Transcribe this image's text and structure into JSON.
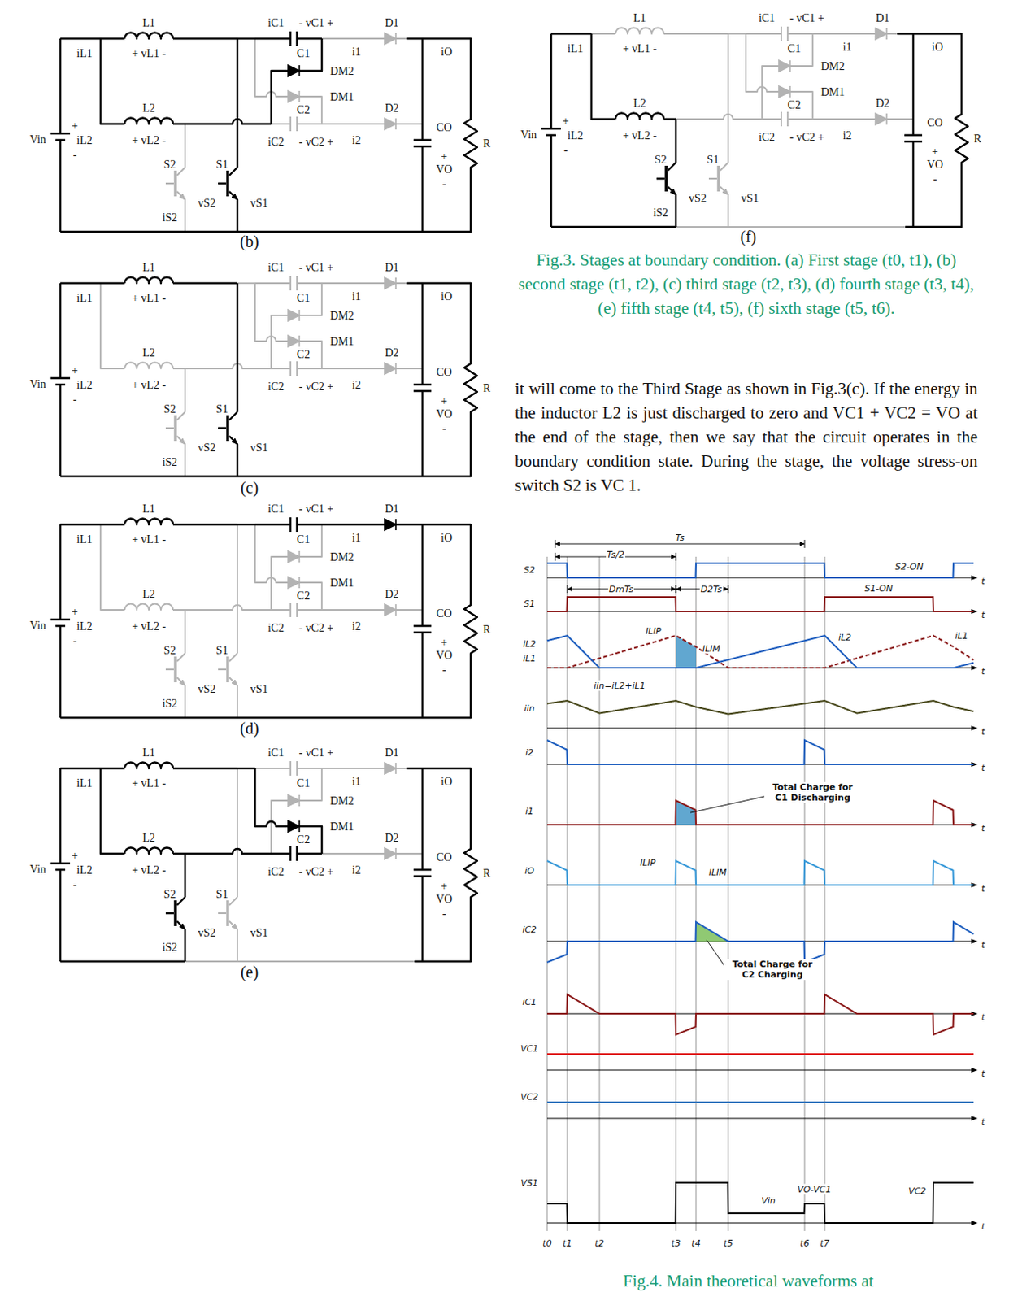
{
  "diagram": {
    "caption": "Fig.3. Stages at boundary condition. (a) First stage (t0, t1), (b) second stage (t1, t2), (c) third stage (t2, t3), (d) fourth stage (t3, t4), (e) fifth stage (t4, t5), (f) sixth stage (t5, t6).",
    "labels": [
      "L1",
      "iL1",
      "+ vL1 -",
      "L2",
      "iL2",
      "+ vL2 -",
      "Vin",
      "+",
      "-",
      "iC1",
      "- vC1 +",
      "C1",
      "DM2",
      "DM1",
      "C2",
      "iC2",
      "- vC2 +",
      "D1",
      "i1",
      "iO",
      "D2",
      "i2",
      "CO",
      "+",
      "VO",
      "-",
      "R",
      "S2",
      "vS2",
      "S1",
      "vS1",
      "iS2",
      "(b)",
      "L1",
      "iL1",
      "+ vL1 -",
      "L2",
      "iL2",
      "+ vL2 -",
      "Vin",
      "+",
      "-",
      "iC1",
      "- vC1 +",
      "C1",
      "DM2",
      "DM1",
      "C2",
      "iC2",
      "- vC2 +",
      "D1",
      "i1",
      "iO",
      "D2",
      "i2",
      "CO",
      "+",
      "VO",
      "-",
      "R",
      "S2",
      "vS2",
      "S1",
      "vS1",
      "iS2",
      "(c)",
      "L1",
      "iL1",
      "+ vL1 -",
      "L2",
      "iL2",
      "+ vL2 -",
      "Vin",
      "+",
      "-",
      "iC1",
      "- vC1 +",
      "C1",
      "DM2",
      "DM1",
      "C2",
      "iC2",
      "- vC2 +",
      "D1",
      "i1",
      "iO",
      "D2",
      "i2",
      "CO",
      "+",
      "VO",
      "-",
      "R",
      "S2",
      "vS2",
      "S1",
      "vS1",
      "iS2",
      "(d)",
      "L1",
      "iL1",
      "+ vL1 -",
      "L2",
      "iL2",
      "+ vL2 -",
      "Vin",
      "+",
      "-",
      "iC1",
      "- vC1 +",
      "C1",
      "DM2",
      "DM1",
      "C2",
      "iC2",
      "- vC2 +",
      "D1",
      "i1",
      "iO",
      "D2",
      "i2",
      "CO",
      "+",
      "VO",
      "-",
      "R",
      "S2",
      "vS2",
      "S1",
      "vS1",
      "iS2",
      "(e)",
      "L1",
      "iL1",
      "+ vL1 -",
      "L2",
      "iL2",
      "+ vL2 -",
      "Vin",
      "+",
      "-",
      "iC1",
      "- vC1 +",
      "C1",
      "DM2",
      "DM1",
      "C2",
      "iC2",
      "- vC2 +",
      "D1",
      "i1",
      "iO",
      "D2",
      "i2",
      "CO",
      "+",
      "VO",
      "-",
      "R",
      "S2",
      "vS2",
      "S1",
      "vS1",
      "iS2",
      "(f)",
      "it will come to the Third Stage as shown in Fig.3(c). If the energy in the inductor L2 is just discharged to zero and VC1 + VC2 = VO at the end of the stage, then we say that the circuit operates in the boundary condition state. During the stage, the voltage stress-on switch S2 is VC 1.",
      "S2",
      "S1",
      "iL2",
      "iL1",
      "iin",
      "i2",
      "i1",
      "iO",
      "iC2",
      "iC1",
      "VC1",
      "VC2",
      "VS1",
      "t",
      "t",
      "t",
      "t",
      "t",
      "t",
      "t",
      "t",
      "t",
      "t",
      "t",
      "t",
      "Ts",
      "Ts/2",
      "DmTs",
      "D2Ts",
      "S2-ON",
      "S1-ON",
      "ILIP",
      "ILIM",
      "iin=iL2+iL1",
      "iL2",
      "iL1",
      "Total Charge for C1 Discharging",
      "ILIP",
      "ILIM",
      "Total Charge for C2 Charging",
      "VO-VC1",
      "VC2",
      "Vin",
      "t0",
      "t1",
      "t2",
      "t3",
      "t4",
      "t5",
      "t6",
      "t7",
      "Fig.4. Main theoretical waveforms at"
    ]
  }
}
